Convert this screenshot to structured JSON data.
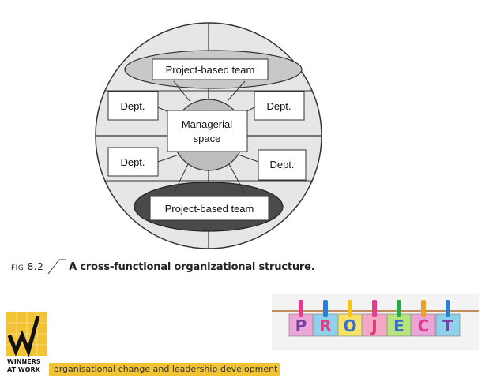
{
  "diagram": {
    "top_team": "Project-based team",
    "bottom_team": "Project-based team",
    "center": [
      "Managerial",
      "space"
    ],
    "dept_top_left": "Dept.",
    "dept_top_right": "Dept.",
    "dept_bottom_left": "Dept.",
    "dept_bottom_right": "Dept."
  },
  "caption": {
    "fig_prefix": "FIG",
    "fig_number": "8.2",
    "text": "A cross-functional organizational structure."
  },
  "footer": {
    "logo_line1": "WINNERS",
    "logo_line2": "AT WORK",
    "tagline": "organisational change and leadership development",
    "project_letters": [
      "P",
      "R",
      "O",
      "J",
      "E",
      "C",
      "T"
    ]
  },
  "colors": {
    "circle_fill": "#e6e6e6",
    "top_ellipse": "#c8c8c8",
    "bottom_ellipse": "#4a4a4a",
    "center_circle": "#bdbdbd",
    "logo_yellow": "#f2c335",
    "tagline_bg": "#f2c335"
  }
}
